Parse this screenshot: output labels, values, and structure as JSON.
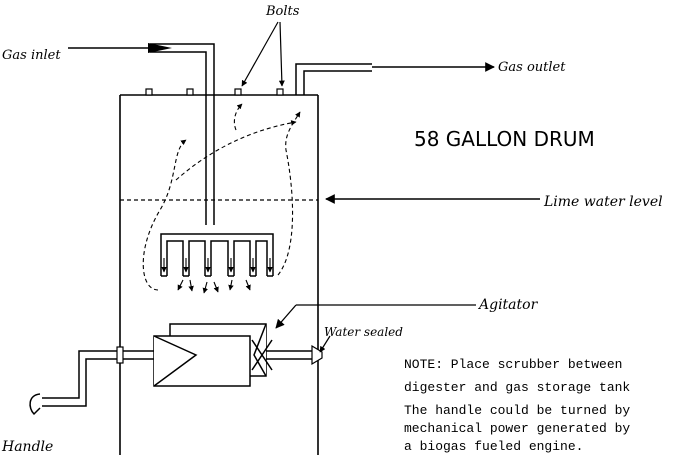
{
  "labels": {
    "bolts": "Bolts",
    "gas_inlet": "Gas inlet",
    "gas_outlet": "Gas outlet",
    "title": "58 GALLON DRUM",
    "lime_water_level": "Lime water level",
    "agitator": "Agitator",
    "water_sealed": "Water sealed",
    "handle": "Handle"
  },
  "note": {
    "lines": [
      "NOTE: Place scrubber between",
      "digester and gas storage tank",
      "The handle could be turned by",
      "mechanical power generated by",
      "a biogas fueled engine."
    ]
  }
}
